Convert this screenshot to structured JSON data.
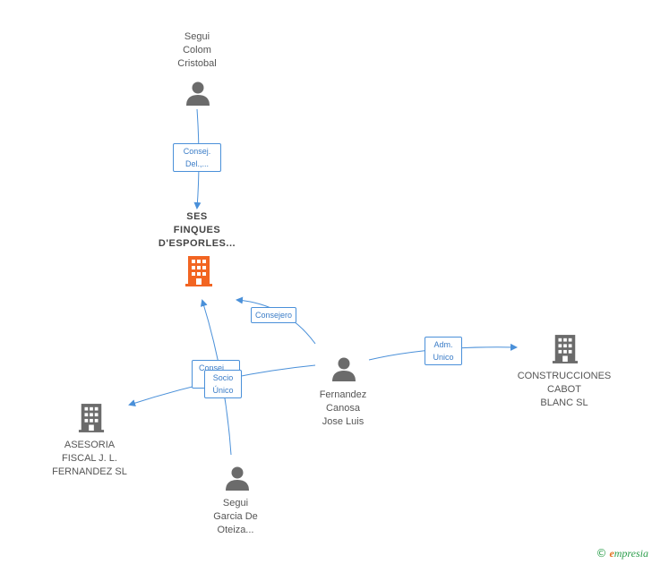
{
  "nodes": {
    "segui_colom": {
      "label": "Segui\nColom\nCristobal",
      "type": "person"
    },
    "ses_finques": {
      "label": "SES\nFINQUES\nD'ESPORLES...",
      "type": "company-main"
    },
    "fernandez": {
      "label": "Fernandez\nCanosa\nJose Luis",
      "type": "person"
    },
    "construcciones": {
      "label": "CONSTRUCCIONES\nCABOT\nBLANC SL",
      "type": "company"
    },
    "asesoria": {
      "label": "ASESORIA\nFISCAL J. L.\nFERNANDEZ SL",
      "type": "company"
    },
    "segui_garcia": {
      "label": "Segui\nGarcia De\nOteiza...",
      "type": "person"
    }
  },
  "edges": {
    "consej_del": "Consej.\nDel.,...",
    "consejero": "Consejero",
    "adm_unico": "Adm.\nUnico",
    "consej_hidden": "Consej....",
    "socio_unico": "Socio\nÚnico"
  },
  "colors": {
    "edge": "#4a90d9",
    "person": "#6b6b6b",
    "company": "#6b6b6b",
    "company_main": "#f26522"
  },
  "brand": {
    "copyright": "©",
    "name_first": "e",
    "name_rest": "mpresia"
  }
}
